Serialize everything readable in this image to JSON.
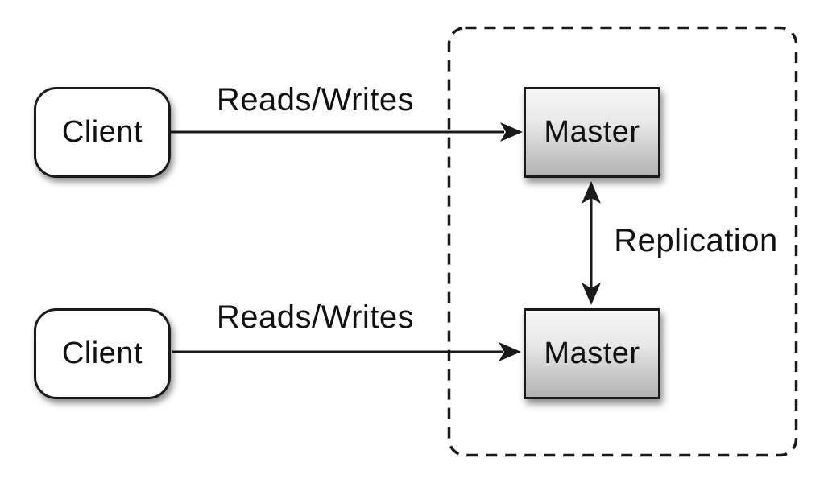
{
  "diagram": {
    "type": "architecture-diagram",
    "nodes": [
      {
        "id": "client-top",
        "label": "Client",
        "shape": "rounded-rectangle"
      },
      {
        "id": "client-bottom",
        "label": "Client",
        "shape": "rounded-rectangle"
      },
      {
        "id": "master-top",
        "label": "Master",
        "shape": "rectangle"
      },
      {
        "id": "master-bottom",
        "label": "Master",
        "shape": "rectangle"
      }
    ],
    "edges": [
      {
        "from": "client-top",
        "to": "master-top",
        "label": "Reads/Writes",
        "direction": "one-way"
      },
      {
        "from": "client-bottom",
        "to": "master-bottom",
        "label": "Reads/Writes",
        "direction": "one-way"
      },
      {
        "from": "master-top",
        "to": "master-bottom",
        "label": "Replication",
        "direction": "two-way"
      }
    ],
    "groups": [
      {
        "id": "replication-boundary",
        "style": "dashed-rounded-rectangle",
        "contains": [
          "master-top",
          "master-bottom"
        ]
      }
    ],
    "colors": {
      "stroke": "#1a1a1a",
      "background": "#ffffff",
      "client_fill": "#ffffff",
      "master_gradient_top": "#f6f6f6",
      "master_gradient_bottom": "#b2b2b2",
      "text": "#111111"
    }
  }
}
